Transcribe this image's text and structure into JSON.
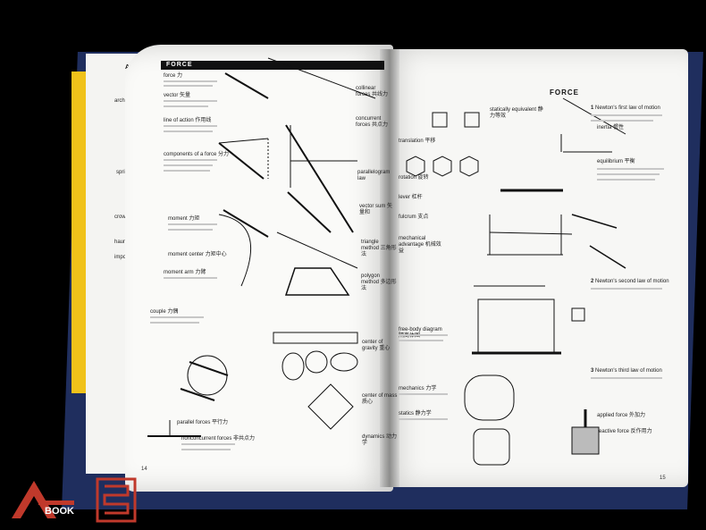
{
  "header_left": "FORCE",
  "header_right": "FORCE",
  "partial_header": "ARC",
  "left_page": {
    "items": [
      {
        "term": "force 力"
      },
      {
        "term": "vector 矢量"
      },
      {
        "term": "line of action 作用线"
      },
      {
        "term": "components of a force 分力"
      },
      {
        "term": "moment 力矩"
      },
      {
        "term": "moment center 力矩中心"
      },
      {
        "term": "moment arm 力臂"
      },
      {
        "term": "couple 力偶"
      },
      {
        "term": "parallel forces 平行力"
      },
      {
        "term": "nonconcurrent forces 非共点力"
      }
    ],
    "middle_items": [
      {
        "term": "collinear forces 共线力"
      },
      {
        "term": "concurrent forces 共点力"
      },
      {
        "term": "parallelogram law"
      },
      {
        "term": "vector sum 矢量和"
      },
      {
        "term": "triangle method 三角形法"
      },
      {
        "term": "polygon method 多边形法"
      },
      {
        "term": "center of gravity 重心"
      },
      {
        "term": "center of mass 质心"
      },
      {
        "term": "dynamics 动力学"
      }
    ],
    "page_number": "14"
  },
  "right_page": {
    "items": [
      {
        "term": "statically equivalent 静力等效"
      },
      {
        "term": "translation 平移"
      },
      {
        "term": "rotation 旋转"
      },
      {
        "term": "lever 杠杆"
      },
      {
        "term": "fulcrum 支点"
      },
      {
        "term": "mechanical advantage 机械效益"
      },
      {
        "term": "free-body diagram 隔离体图"
      },
      {
        "term": "mechanics 力学"
      },
      {
        "term": "statics 静力学"
      }
    ],
    "laws": [
      {
        "num": "1",
        "title": "Newton's first law of motion"
      },
      {
        "num": "2",
        "title": "Newton's second law of motion"
      },
      {
        "num": "3",
        "title": "Newton's third law of motion"
      }
    ],
    "side_terms": [
      "inertia 惯性",
      "equilibrium 平衡",
      "applied force 外加力",
      "reactive force 反作用力"
    ],
    "page_number": "15"
  },
  "back_page": {
    "items": [
      "arch",
      "spring",
      "crown",
      "haunch",
      "impost"
    ]
  },
  "logo_text": "BOOK",
  "colors": {
    "cover": "#1f2e5e",
    "accent": "#f0c21a",
    "logo": "#c0392b"
  }
}
